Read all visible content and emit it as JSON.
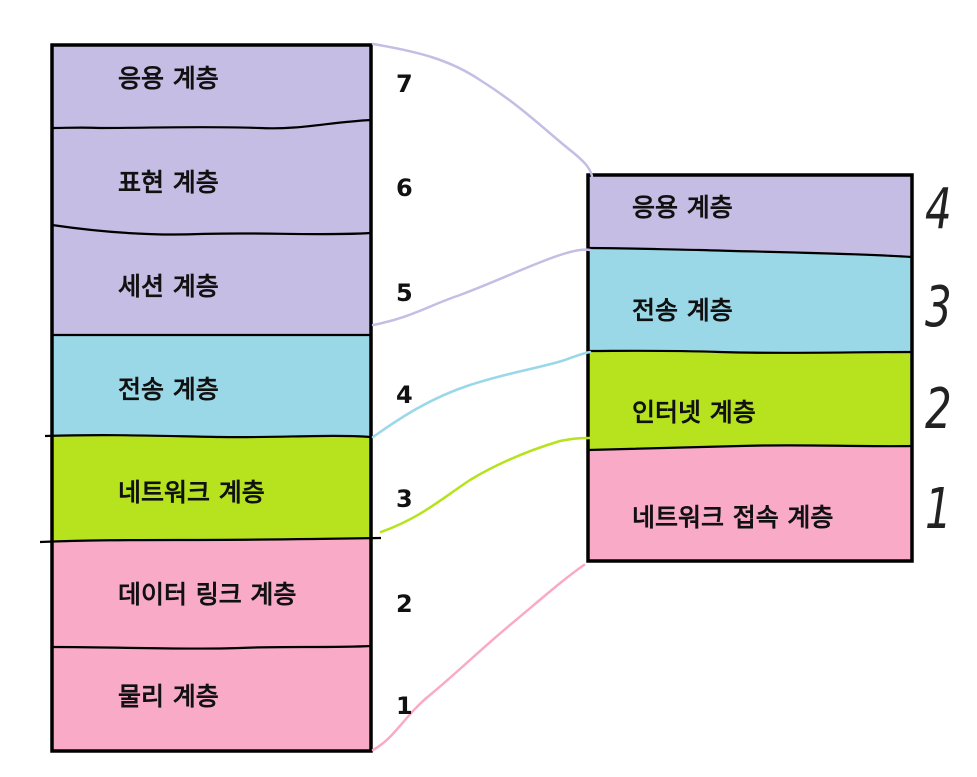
{
  "colors": {
    "application": "#c5bde4",
    "transport": "#9ad8e8",
    "network": "#b6e31e",
    "link": "#f9aac7",
    "border": "#000000"
  },
  "osi_model": {
    "layers": [
      {
        "label": "응용 계층",
        "number": "7",
        "color": "application"
      },
      {
        "label": "표현 계층",
        "number": "6",
        "color": "application"
      },
      {
        "label": "세션 계층",
        "number": "5",
        "color": "application"
      },
      {
        "label": "전송 계층",
        "number": "4",
        "color": "transport"
      },
      {
        "label": "네트워크 계층",
        "number": "3",
        "color": "network"
      },
      {
        "label": "데이터 링크 계층",
        "number": "2",
        "color": "link"
      },
      {
        "label": "물리 계층",
        "number": "1",
        "color": "link"
      }
    ]
  },
  "tcpip_model": {
    "layers": [
      {
        "label": "응용 계층",
        "number": "4",
        "color": "application"
      },
      {
        "label": "전송 계층",
        "number": "3",
        "color": "transport"
      },
      {
        "label": "인터넷 계층",
        "number": "2",
        "color": "network"
      },
      {
        "label": "네트워크 접속 계층",
        "number": "1",
        "color": "link"
      }
    ]
  }
}
